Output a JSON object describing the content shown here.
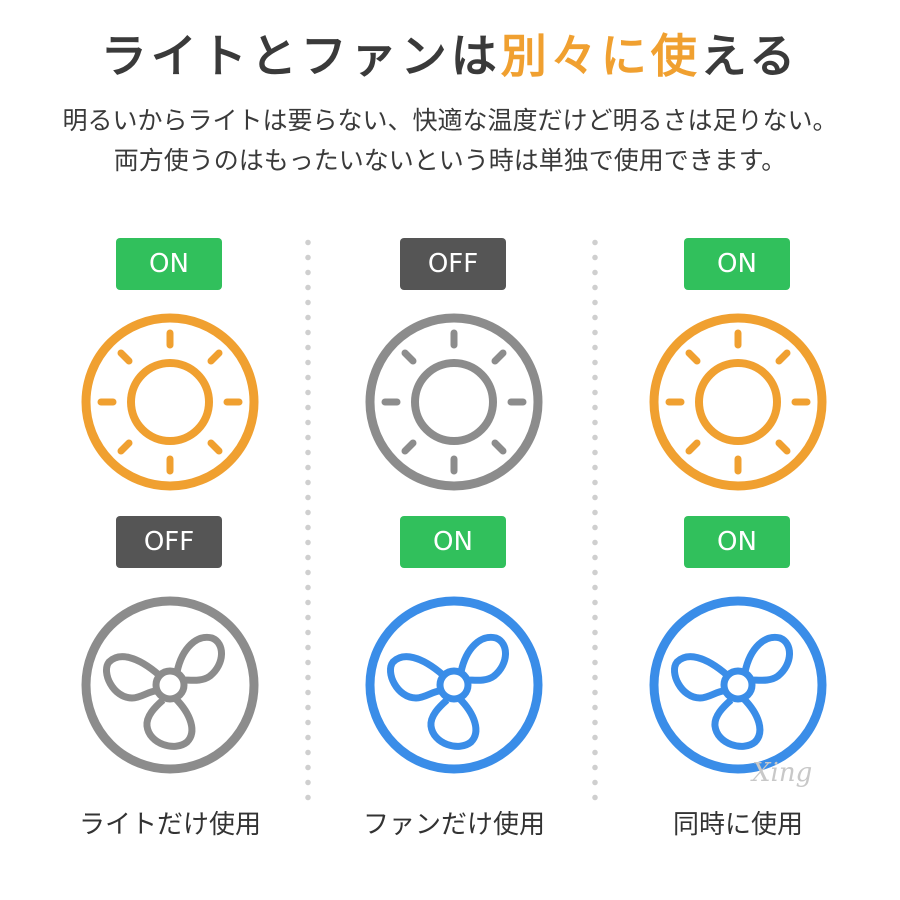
{
  "title": {
    "part1": "ライトとファンは",
    "highlight": "別々に使",
    "part2": "える"
  },
  "description": {
    "line1": "明るいからライトは要らない、快適な温度だけど明るさは足りない。",
    "line2": "両方使うのはもったいないという時は単独で使用できます。"
  },
  "columns": [
    {
      "light": {
        "badge": "ON",
        "state": "on"
      },
      "fan": {
        "badge": "OFF",
        "state": "off"
      },
      "caption": "ライトだけ使用"
    },
    {
      "light": {
        "badge": "OFF",
        "state": "off"
      },
      "fan": {
        "badge": "ON",
        "state": "on"
      },
      "caption": "ファンだけ使用"
    },
    {
      "light": {
        "badge": "ON",
        "state": "on"
      },
      "fan": {
        "badge": "ON",
        "state": "on"
      },
      "caption": "同時に使用"
    }
  ],
  "colors": {
    "light_on": "#f0a030",
    "fan_on": "#3a8de8",
    "off": "#8c8c8c",
    "badge_on": "#31c05c",
    "badge_off": "#555555",
    "highlight": "#f0a030"
  },
  "watermark": "Xing"
}
